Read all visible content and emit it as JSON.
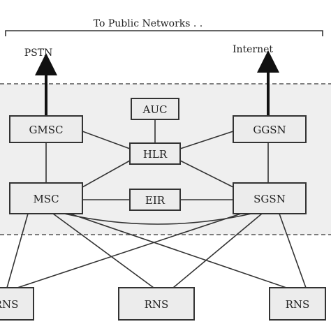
{
  "diagram": {
    "header": "To Public Networks . .",
    "left_network": "PSTN",
    "right_network": "Internet",
    "nodes": {
      "auc": "AUC",
      "gmsc": "GMSC",
      "hlr": "HLR",
      "ggsn": "GGSN",
      "msc": "MSC",
      "eir": "EIR",
      "sgsn": "SGSN",
      "rns_left": "RNS",
      "rns_center": "RNS",
      "rns_right": "RNS"
    },
    "colors": {
      "core_background": "#efefef",
      "node_fill": "#ececec",
      "stroke": "#333333"
    }
  }
}
